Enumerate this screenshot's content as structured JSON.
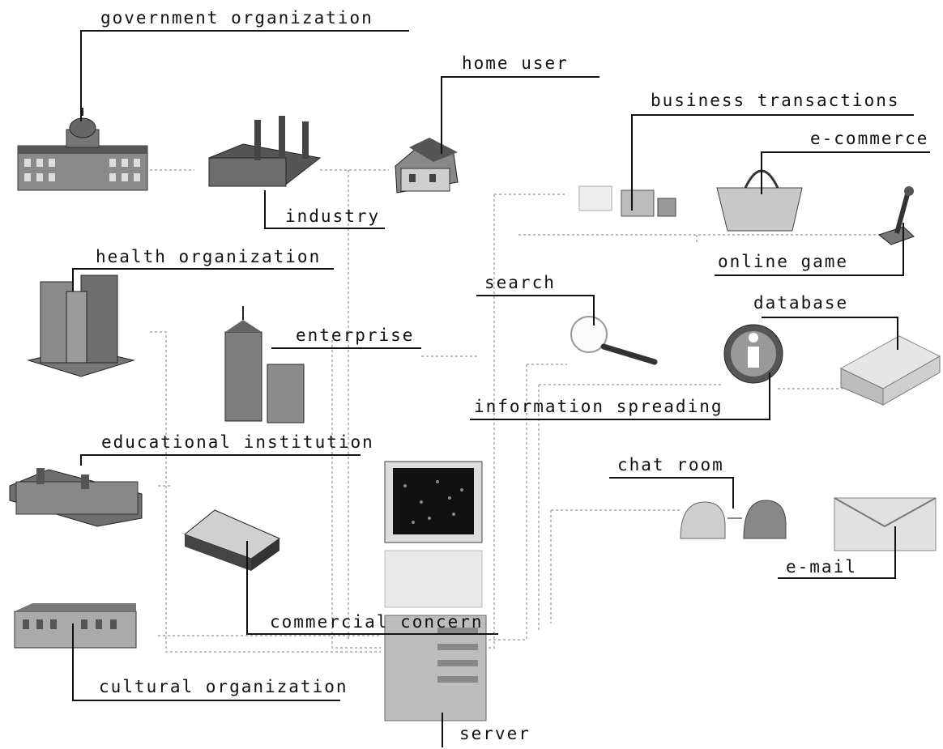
{
  "labels": {
    "government": "government organization",
    "home_user": "home user",
    "business": "business transactions",
    "ecommerce": "e-commerce",
    "industry": "industry",
    "online_game": "online game",
    "health": "health organization",
    "search": "search",
    "database": "database",
    "enterprise": "enterprise",
    "information": "information spreading",
    "educational": "educational institution",
    "chat_room": "chat room",
    "email": "e-mail",
    "commercial": "commercial concern",
    "cultural": "cultural organization",
    "server": "server"
  },
  "colors": {
    "line": "#111111",
    "network": "#b8b8b8",
    "building": "#7a7a7a"
  }
}
